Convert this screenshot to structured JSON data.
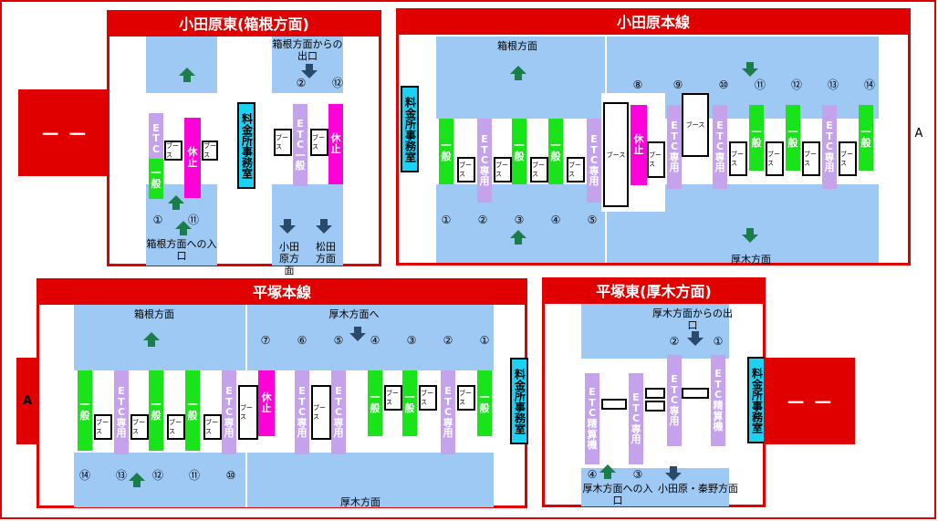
{
  "panels": {
    "odawara_higashi": {
      "title": "小田原東(箱根方面)",
      "exit_label": "箱根方面からの出口",
      "entry_label": "箱根方面への入口",
      "dest_odawara": "小田原方面",
      "dest_matsuda": "松田方面",
      "office": "料金所事務室",
      "nums": [
        "①",
        "⑪",
        "②",
        "⑫"
      ]
    },
    "odawara_main": {
      "title": "小田原本線",
      "upper_dir": "箱根方面",
      "lower_dir": "厚木方面",
      "office": "料金所事務室",
      "side_label": "A",
      "top_nums": [
        "⑧",
        "⑨",
        "⑩",
        "⑪",
        "⑫",
        "⑬",
        "⑭"
      ],
      "bottom_nums": [
        "①",
        "②",
        "③",
        "④",
        "⑤"
      ]
    },
    "hiratsuka_main": {
      "title": "平塚本線",
      "upper_left": "箱根方面",
      "upper_right": "厚木方面へ",
      "lower_dir": "厚木方面",
      "office": "料金所事務室",
      "side_label": "A",
      "top_nums": [
        "⑦",
        "⑥",
        "⑤",
        "④",
        "③",
        "②",
        "①"
      ],
      "bottom_nums": [
        "⑭",
        "⑬",
        "⑫",
        "⑪",
        "⑩"
      ]
    },
    "hiratsuka_higashi": {
      "title": "平塚東(厚木方面)",
      "exit_label": "厚木方面からの出口",
      "entry_label": "厚木方面への入口",
      "dest": "小田原・秦野方面",
      "office": "料金所事務室",
      "nums_top": [
        "②",
        "①"
      ],
      "nums_bottom": [
        "④",
        "③"
      ]
    }
  },
  "lanes": {
    "etc_general": "ETC一般",
    "general": "一般",
    "rest": "休止",
    "etc_only": "ETC専用",
    "seisan": "精算機"
  },
  "booth": "ブース",
  "left_block": "－ －",
  "right_block": "－ －",
  "colors": {
    "red": "#e00000",
    "blue": "#9ec9f4",
    "green": "#19e319",
    "purple": "#c4a3ec",
    "magenta": "#ff00d8",
    "cyan": "#1dd1f3",
    "arrow": "#1a7d4a"
  }
}
